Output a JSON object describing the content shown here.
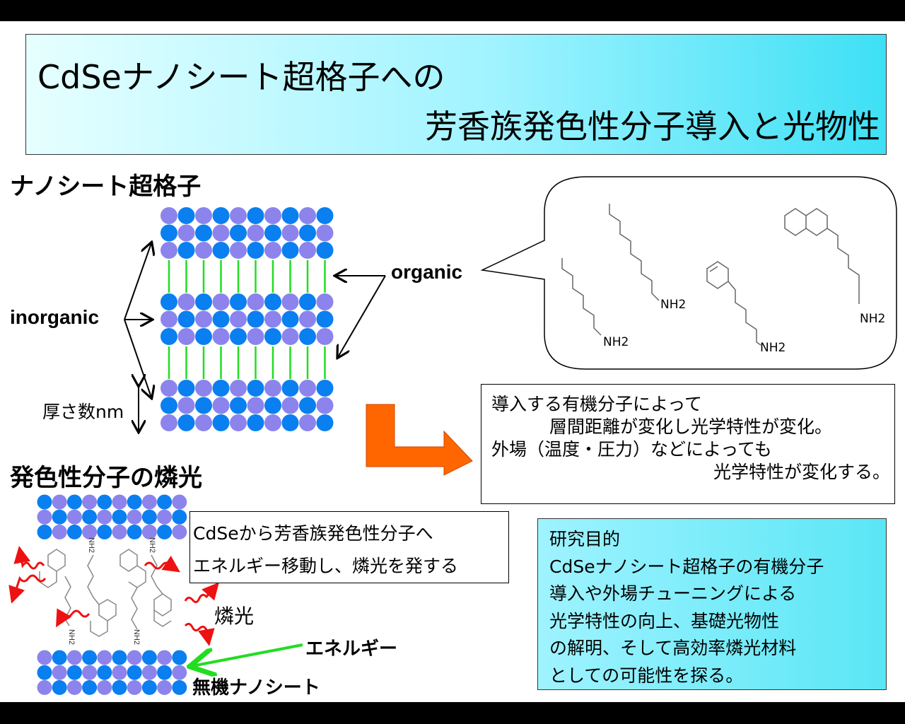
{
  "title": {
    "line1": "CdSeナノシート超格子への",
    "line2": "芳香族発色性分子導入と光物性"
  },
  "section1": {
    "heading": "ナノシート超格子",
    "inorganic": "inorganic",
    "organic": "organic",
    "thickness": "厚さ数nm"
  },
  "molecules": {
    "amine": "NH2"
  },
  "effect_box": {
    "lines": [
      "導入する有機分子によって",
      "層間距離が変化し光学特性が変化。",
      "外場（温度・圧力）などによっても",
      "光学特性が変化する。"
    ]
  },
  "section2": {
    "heading": "発色性分子の燐光",
    "transfer_lines": [
      "CdSeから芳香族発色性分子へ",
      "エネルギー移動し、燐光を発する"
    ],
    "phosphorescence": "燐光",
    "energy": "エネルギー",
    "inorganic_sheet": "無機ナノシート"
  },
  "purpose": {
    "lines": [
      "研究目的",
      "CdSeナノシート超格子の有機分子",
      "導入や外場チューニングによる",
      "光学特性の向上、基礎光物性",
      "の解明、そして高効率燐光材料",
      "としての可能性を探る。"
    ]
  },
  "colors": {
    "blue": "#0a7ff0",
    "purple": "#8c84ec",
    "green": "#22dd22",
    "orange": "#ff6600",
    "red": "#ee1111"
  }
}
